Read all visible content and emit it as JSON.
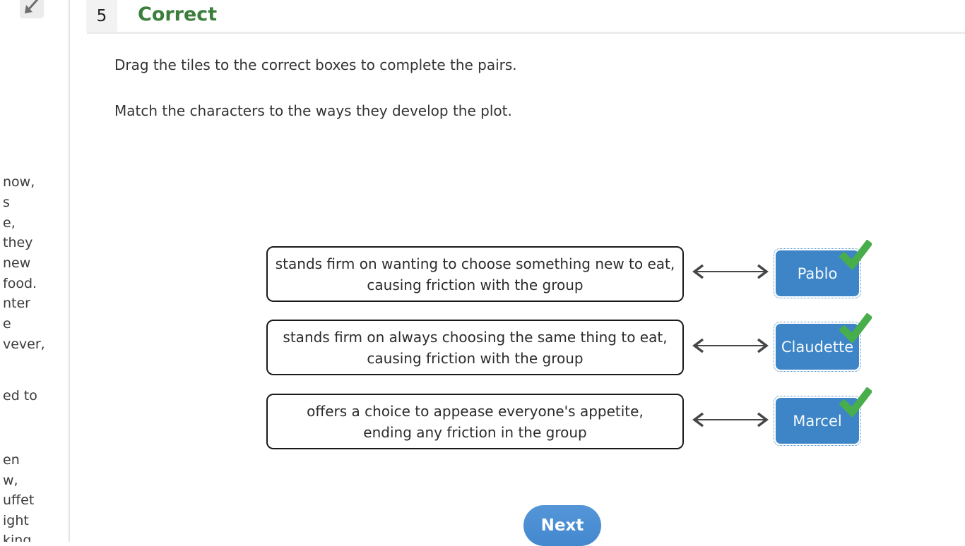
{
  "quiz": {
    "question_number": "5",
    "status_label": "Correct",
    "instruction": "Drag the tiles to the correct boxes to complete the pairs.",
    "prompt": "Match the characters to the ways they develop the plot.",
    "pairs": [
      {
        "lines": [
          "stands firm on wanting to choose something new to eat,",
          "causing friction with the group"
        ],
        "answer": "Pablo",
        "result": "correct"
      },
      {
        "lines": [
          "stands firm on always choosing the same thing to eat,",
          "causing friction with the group"
        ],
        "answer": "Claudette",
        "result": "correct"
      },
      {
        "lines": [
          "offers a choice to appease everyone's appetite,",
          "ending any friction in the group"
        ],
        "answer": "Marcel",
        "result": "correct"
      }
    ],
    "next_label": "Next"
  },
  "left_panel": {
    "clipped_text_lines": [
      "now,",
      "s",
      "e,",
      "they",
      "new",
      "food.",
      "nter",
      "e",
      "vever,",
      "ed to",
      "en",
      "w,",
      "uffet",
      "ight",
      "king"
    ]
  },
  "icons": {
    "expand": "diagonal-resize-arrow",
    "pair_connector": "double-headed-arrow",
    "result_correct": "green-checkmark"
  },
  "colors": {
    "status_correct_green": "#3b7d3b",
    "checkmark_green": "#48ae4c",
    "tile_blue": "#3d85c6",
    "next_button_blue": "#4a90d4",
    "box_border_black": "#1a1a1a",
    "rule_gray": "#ececec"
  }
}
